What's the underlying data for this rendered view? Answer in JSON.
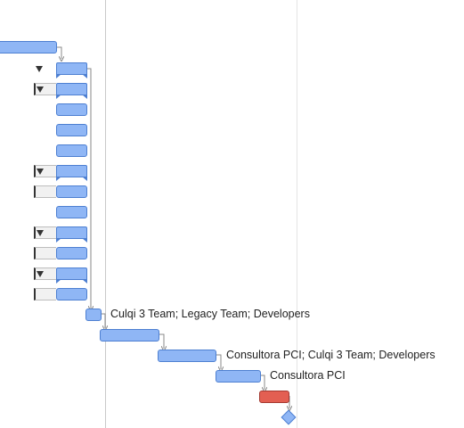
{
  "gantt": {
    "resource_labels": {
      "culqi_task": "Culqi 3 Team; Legacy Team; Developers",
      "pci_task": "Consultora PCI; Culqi 3 Team; Developers",
      "consultora_task": "Consultora PCI"
    },
    "colors": {
      "bar_fill": "#8fb6f5",
      "bar_border": "#4d7fd1",
      "critical_fill": "#e35f52",
      "dependency_line": "#8a8a8a"
    },
    "icons": [
      "disclosure-triangle-icon",
      "milestone-diamond-icon"
    ]
  }
}
